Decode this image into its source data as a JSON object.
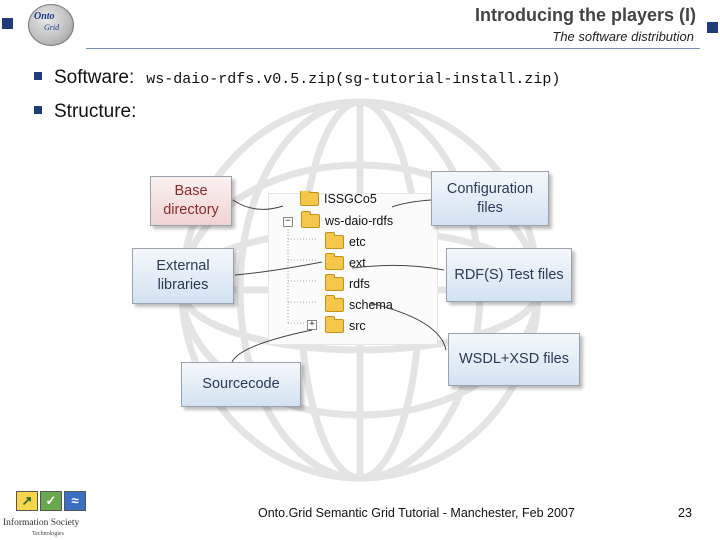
{
  "header": {
    "logo": {
      "word1": "Onto",
      "word2": "Grid"
    },
    "title": "Introducing the players (I)",
    "subtitle": "The software distribution"
  },
  "bullets": [
    {
      "label": "Software:",
      "value": "ws-daio-rdfs.v0.5.zip(sg-tutorial-install.zip)"
    },
    {
      "label": "Structure:"
    }
  ],
  "tree": {
    "partial_item": "ISSGCo5",
    "root": "ws-daio-rdfs",
    "children": [
      "etc",
      "ext",
      "rdfs",
      "schema",
      "src"
    ],
    "expander_root": "−",
    "expander_src": "+"
  },
  "callouts": {
    "base_directory": "Base directory",
    "external_libraries": "External libraries",
    "sourcecode": "Sourcecode",
    "configuration_files": "Configuration files",
    "rdfs_test_files": "RDF(S) Test files",
    "wsdl_xsd_files": "WSDL+XSD files"
  },
  "colors": {
    "accent": "#1f3d7a",
    "callout_blue": "#d3e2f1",
    "callout_pink": "#f0d3d3",
    "folder": "#f4c64c"
  },
  "footer": {
    "text": "Onto.Grid Semantic Grid Tutorial - Manchester, Feb 2007",
    "page": "23",
    "org_logo": {
      "line1": "Information Society",
      "line2": "Technologies"
    }
  }
}
